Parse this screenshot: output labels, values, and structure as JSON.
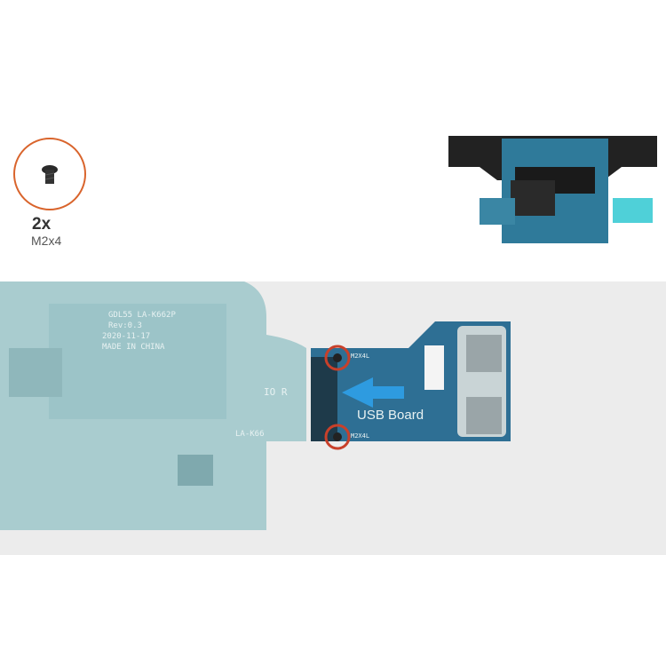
{
  "screw_callout": {
    "quantity": "2x",
    "size": "M2x4",
    "icon": "screw-icon",
    "circle_color": "#d9642c"
  },
  "board": {
    "label": "USB Board",
    "screw_label": "M2X4L",
    "arrow_color": "#2e9be0",
    "highlight_color": "#c8402a"
  },
  "motherboard": {
    "silk_1": "GDL55 LA-K662P",
    "silk_2": "Rev:0.3",
    "silk_3": "2020-11-17",
    "silk_4": "MADE IN CHINA",
    "silk_5": "IO R",
    "silk_6": "LA-K66"
  }
}
